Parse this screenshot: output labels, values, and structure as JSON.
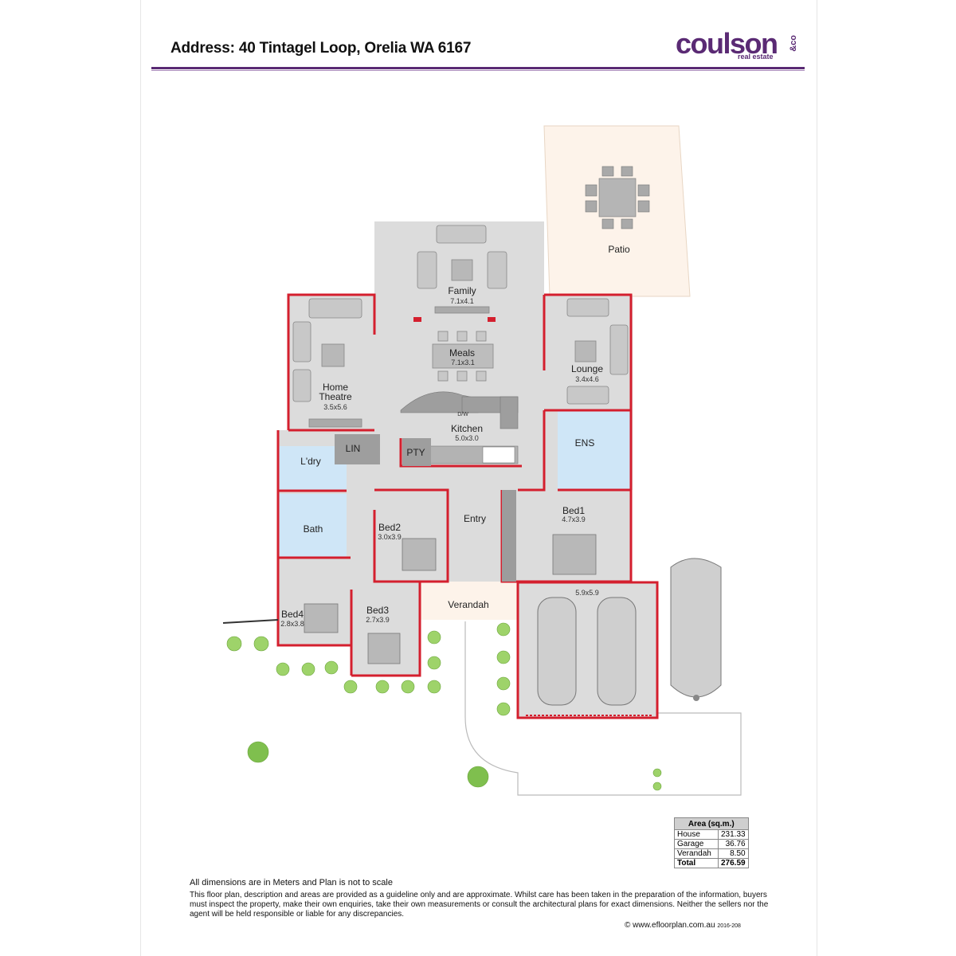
{
  "header": {
    "address": "Address: 40 Tintagel Loop, Orelia WA 6167",
    "logo_main": "coulson",
    "logo_co": "&co",
    "logo_sub": "real estate"
  },
  "colors": {
    "brand": "#5a2a74",
    "wall": "#d41f2e",
    "floor": "#dcdcdc",
    "wet_area": "#cfe6f7",
    "outdoor": "#fdf3ea"
  },
  "rooms": {
    "family": {
      "name": "Family",
      "dim": "7.1x4.1"
    },
    "meals": {
      "name": "Meals",
      "dim": "7.1x3.1"
    },
    "lounge": {
      "name": "Lounge",
      "dim": "3.4x4.6"
    },
    "home_theatre": {
      "name1": "Home",
      "name2": "Theatre",
      "dim": "3.5x5.6"
    },
    "kitchen": {
      "name": "Kitchen",
      "dim": "5.0x3.0",
      "dw": "D/W"
    },
    "pty": {
      "name": "PTY"
    },
    "lin": {
      "name": "LIN"
    },
    "ldry": {
      "name": "L'dry"
    },
    "ens": {
      "name": "ENS"
    },
    "bath": {
      "name": "Bath"
    },
    "entry": {
      "name": "Entry"
    },
    "bed1": {
      "name": "Bed1",
      "dim": "4.7x3.9"
    },
    "bed2": {
      "name": "Bed2",
      "dim": "3.0x3.9"
    },
    "bed3": {
      "name": "Bed3",
      "dim": "2.7x3.9"
    },
    "bed4": {
      "name": "Bed4",
      "dim": "2.8x3.8"
    },
    "garage": {
      "dim": "5.9x5.9"
    },
    "verandah": {
      "name": "Verandah"
    },
    "patio": {
      "name": "Patio"
    }
  },
  "area_table": {
    "title": "Area (sq.m.)",
    "rows": [
      {
        "label": "House",
        "value": "231.33"
      },
      {
        "label": "Garage",
        "value": "36.76"
      },
      {
        "label": "Verandah",
        "value": "8.50"
      }
    ],
    "total": {
      "label": "Total",
      "value": "276.59"
    }
  },
  "footer": {
    "note": "All dimensions are in Meters and Plan is not to scale",
    "disclaimer": "This floor plan, description and areas are provided as a guideline only and are approximate. Whilst care has been taken in the preparation of the information, buyers must inspect the property, make their own enquiries, take their own measurements or consult the architectural plans for exact dimensions. Neither the sellers nor the agent will be held responsible or liable for any discrepancies.",
    "credit": "© www.efloorplan.com.au",
    "code": "2016-208"
  }
}
